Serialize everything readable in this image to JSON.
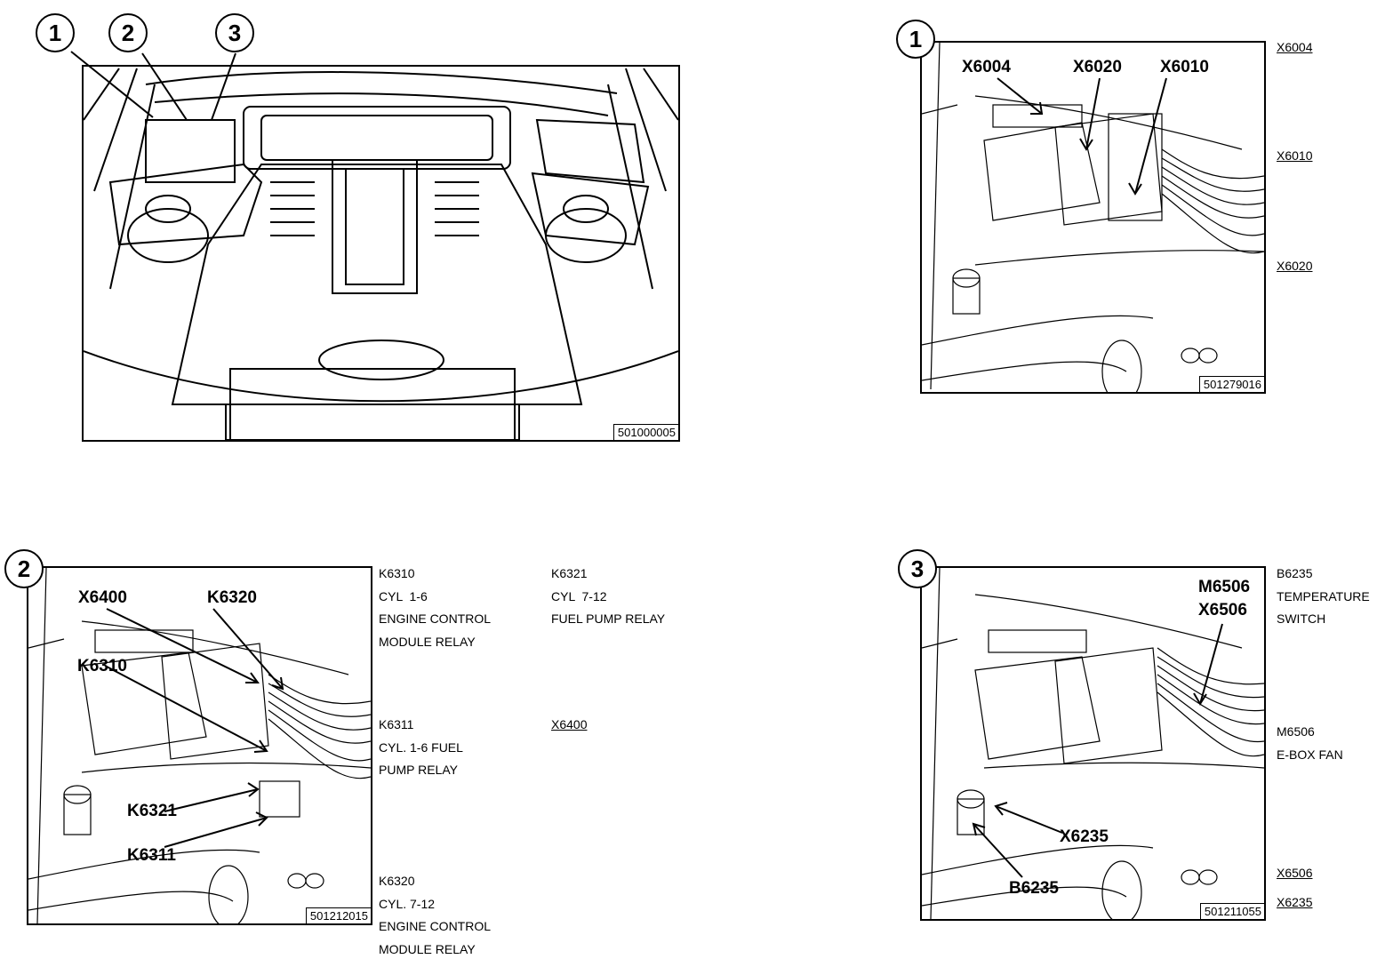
{
  "diagrams": {
    "overview": {
      "callouts": [
        "1",
        "2",
        "3"
      ],
      "figure_code": "501000005"
    },
    "detail1": {
      "callout": "1",
      "labels": [
        "X6004",
        "X6020",
        "X6010"
      ],
      "figure_code": "501279016",
      "legend": [
        "X6004",
        "X6010",
        "X6020"
      ]
    },
    "detail2": {
      "callout": "2",
      "labels": [
        "X6400",
        "K6320",
        "K6310",
        "K6321",
        "K6311"
      ],
      "figure_code": "501212015",
      "legend": {
        "k6310": [
          "K6310",
          "CYL  1-6",
          "ENGINE CONTROL",
          "MODULE RELAY"
        ],
        "k6321": [
          "K6321",
          "CYL  7-12",
          "FUEL PUMP RELAY"
        ],
        "k6311": [
          "K6311",
          "CYL. 1-6 FUEL",
          "PUMP RELAY"
        ],
        "x6400": "X6400",
        "k6320": [
          "K6320",
          "CYL. 7-12",
          "ENGINE CONTROL",
          "MODULE RELAY"
        ]
      }
    },
    "detail3": {
      "callout": "3",
      "labels": [
        "M6506",
        "X6506",
        "X6235",
        "B6235"
      ],
      "figure_code": "501211055",
      "legend": {
        "b6235": [
          "B6235",
          "TEMPERATURE",
          "SWITCH"
        ],
        "m6506": [
          "M6506",
          "E-BOX FAN"
        ],
        "x6506": "X6506",
        "x6235": "X6235"
      }
    }
  }
}
